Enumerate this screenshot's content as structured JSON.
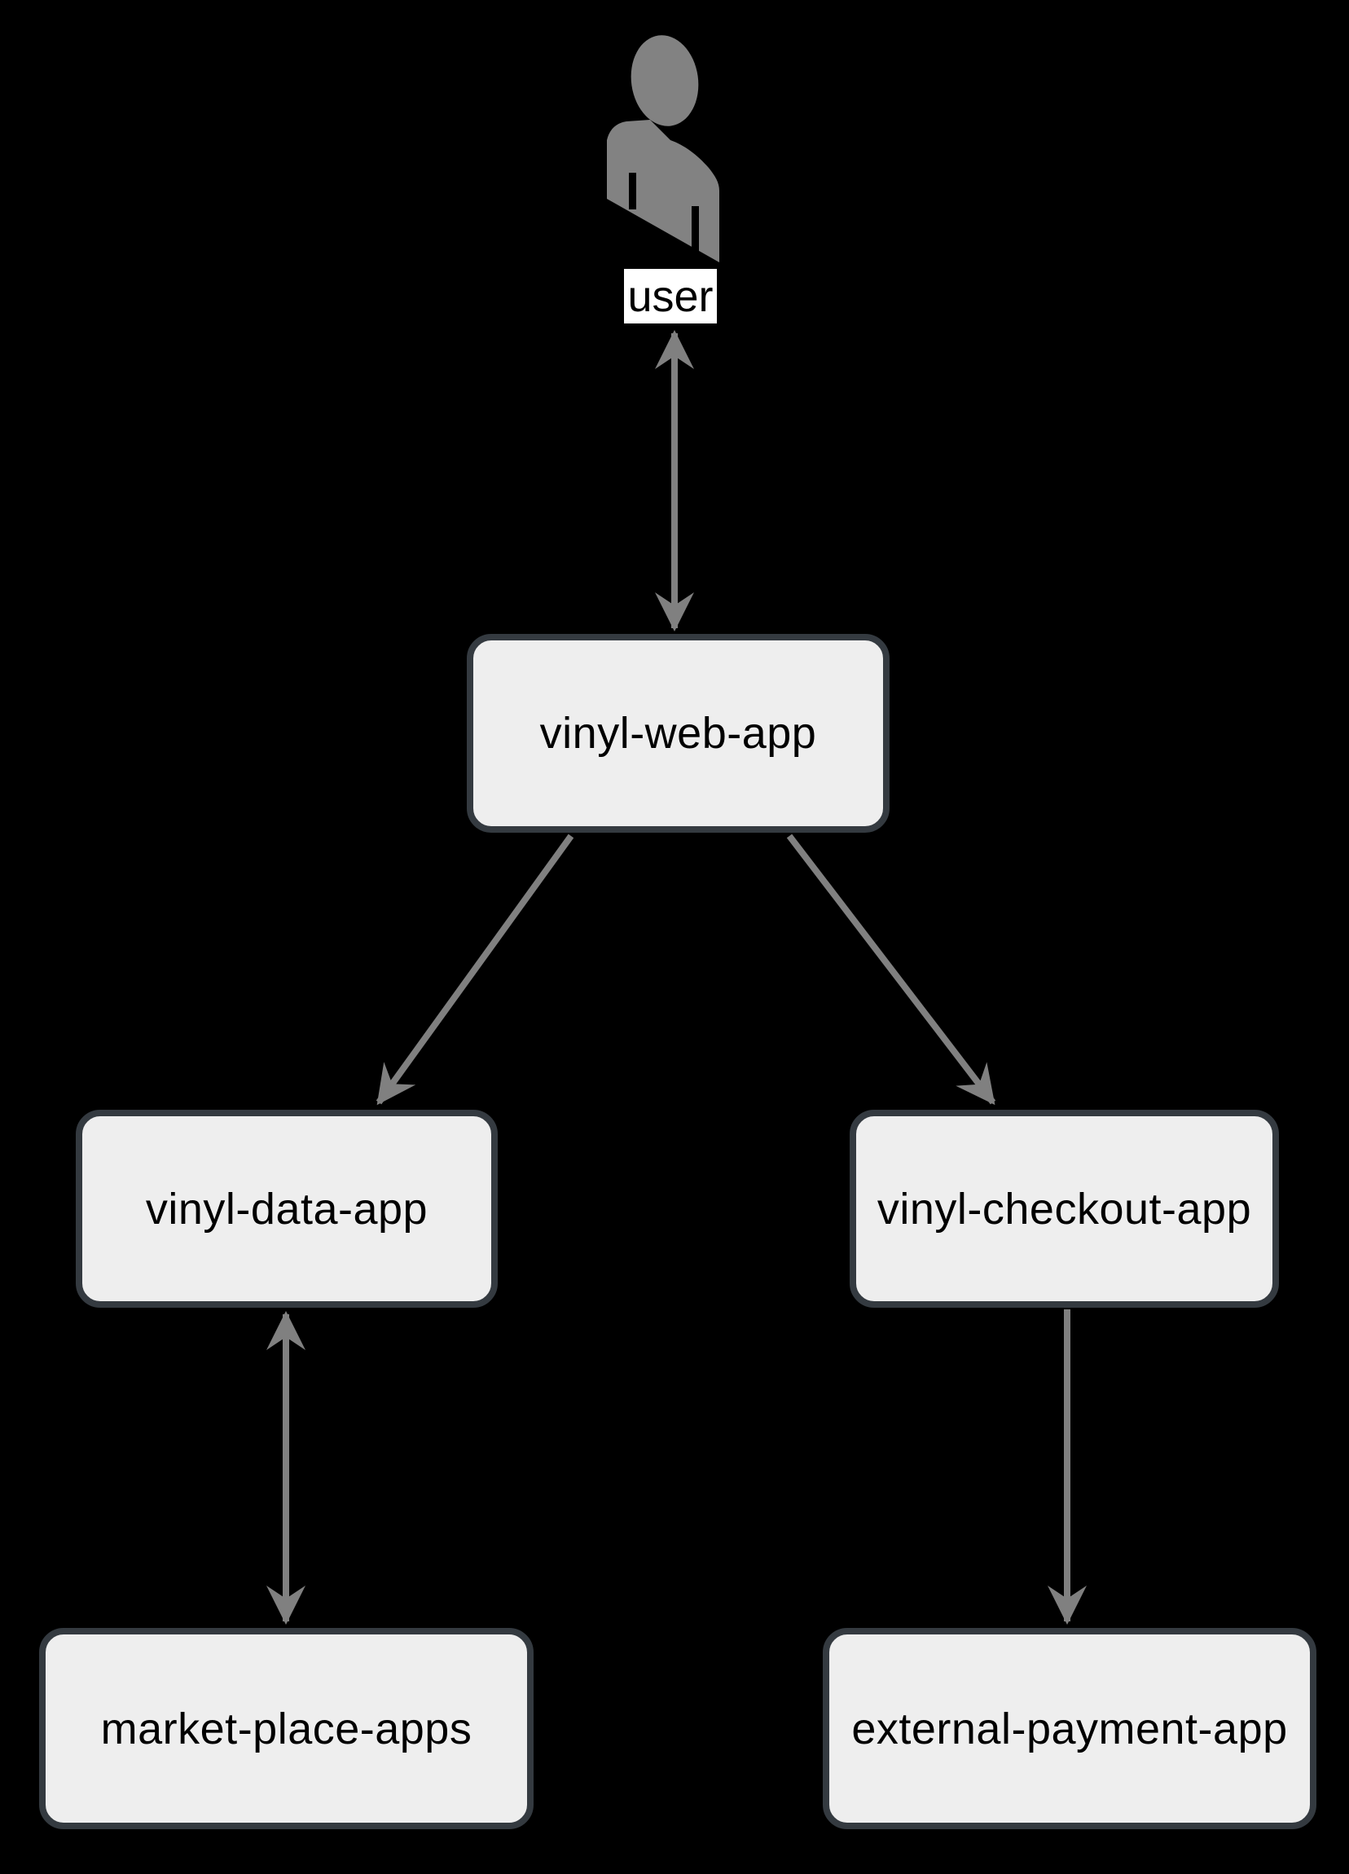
{
  "diagram": {
    "type": "flowchart-top-down",
    "background": "#000000",
    "colors": {
      "node_fill": "#eeeeee",
      "node_border": "#343a40",
      "node_text": "#000000",
      "edge": "#808080",
      "actor_icon": "#828282",
      "user_label_bg": "#ffffff",
      "user_label_text": "#000000"
    },
    "nodes": {
      "user": {
        "label": "user"
      },
      "web": {
        "label": "vinyl-web-app"
      },
      "data": {
        "label": "vinyl-data-app"
      },
      "checkout": {
        "label": "vinyl-checkout-app"
      },
      "market": {
        "label": "market-place-apps"
      },
      "payment": {
        "label": "external-payment-app"
      }
    },
    "edges": [
      {
        "from": "user",
        "to": "vinyl-web-app",
        "arrows": "both"
      },
      {
        "from": "vinyl-web-app",
        "to": "vinyl-data-app",
        "arrows": "end"
      },
      {
        "from": "vinyl-web-app",
        "to": "vinyl-checkout-app",
        "arrows": "end"
      },
      {
        "from": "vinyl-data-app",
        "to": "market-place-apps",
        "arrows": "both"
      },
      {
        "from": "vinyl-checkout-app",
        "to": "external-payment-app",
        "arrows": "end"
      }
    ],
    "icons": {
      "user": "person-silhouette-icon"
    }
  }
}
